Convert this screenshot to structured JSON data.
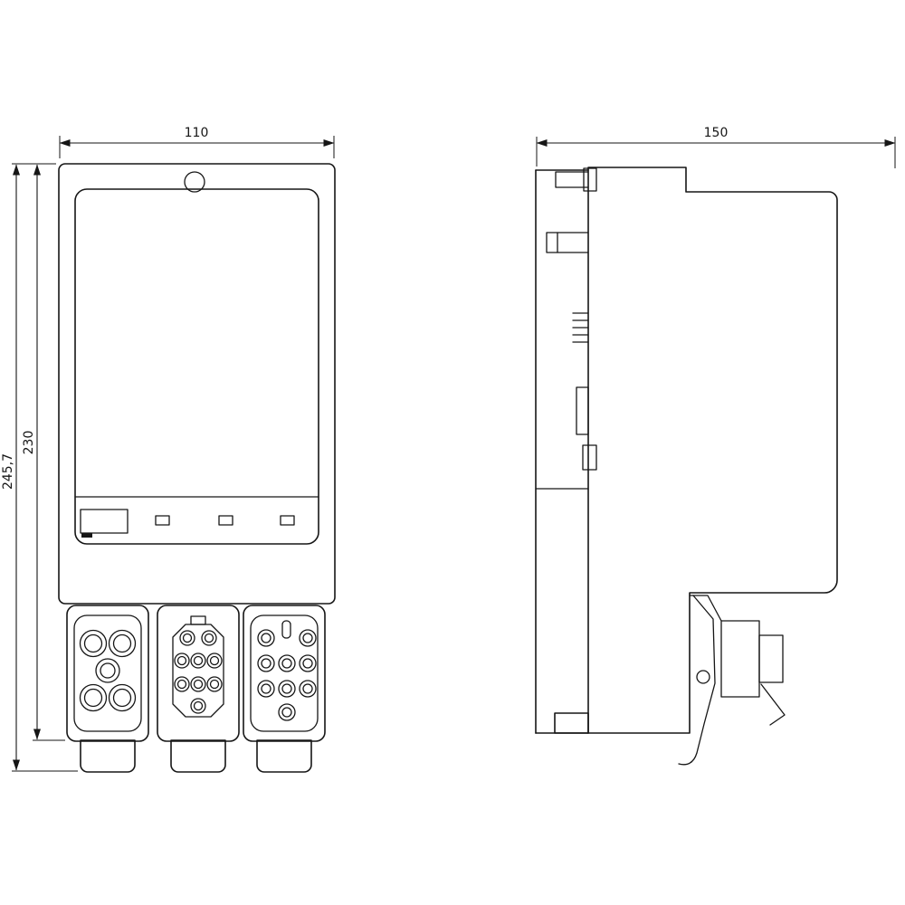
{
  "drawing": {
    "line_color": "#161616",
    "background_color": "#ffffff",
    "dimensions": {
      "front_width": "110",
      "side_depth": "150",
      "overall_height": "245,7",
      "body_height": "230"
    }
  }
}
